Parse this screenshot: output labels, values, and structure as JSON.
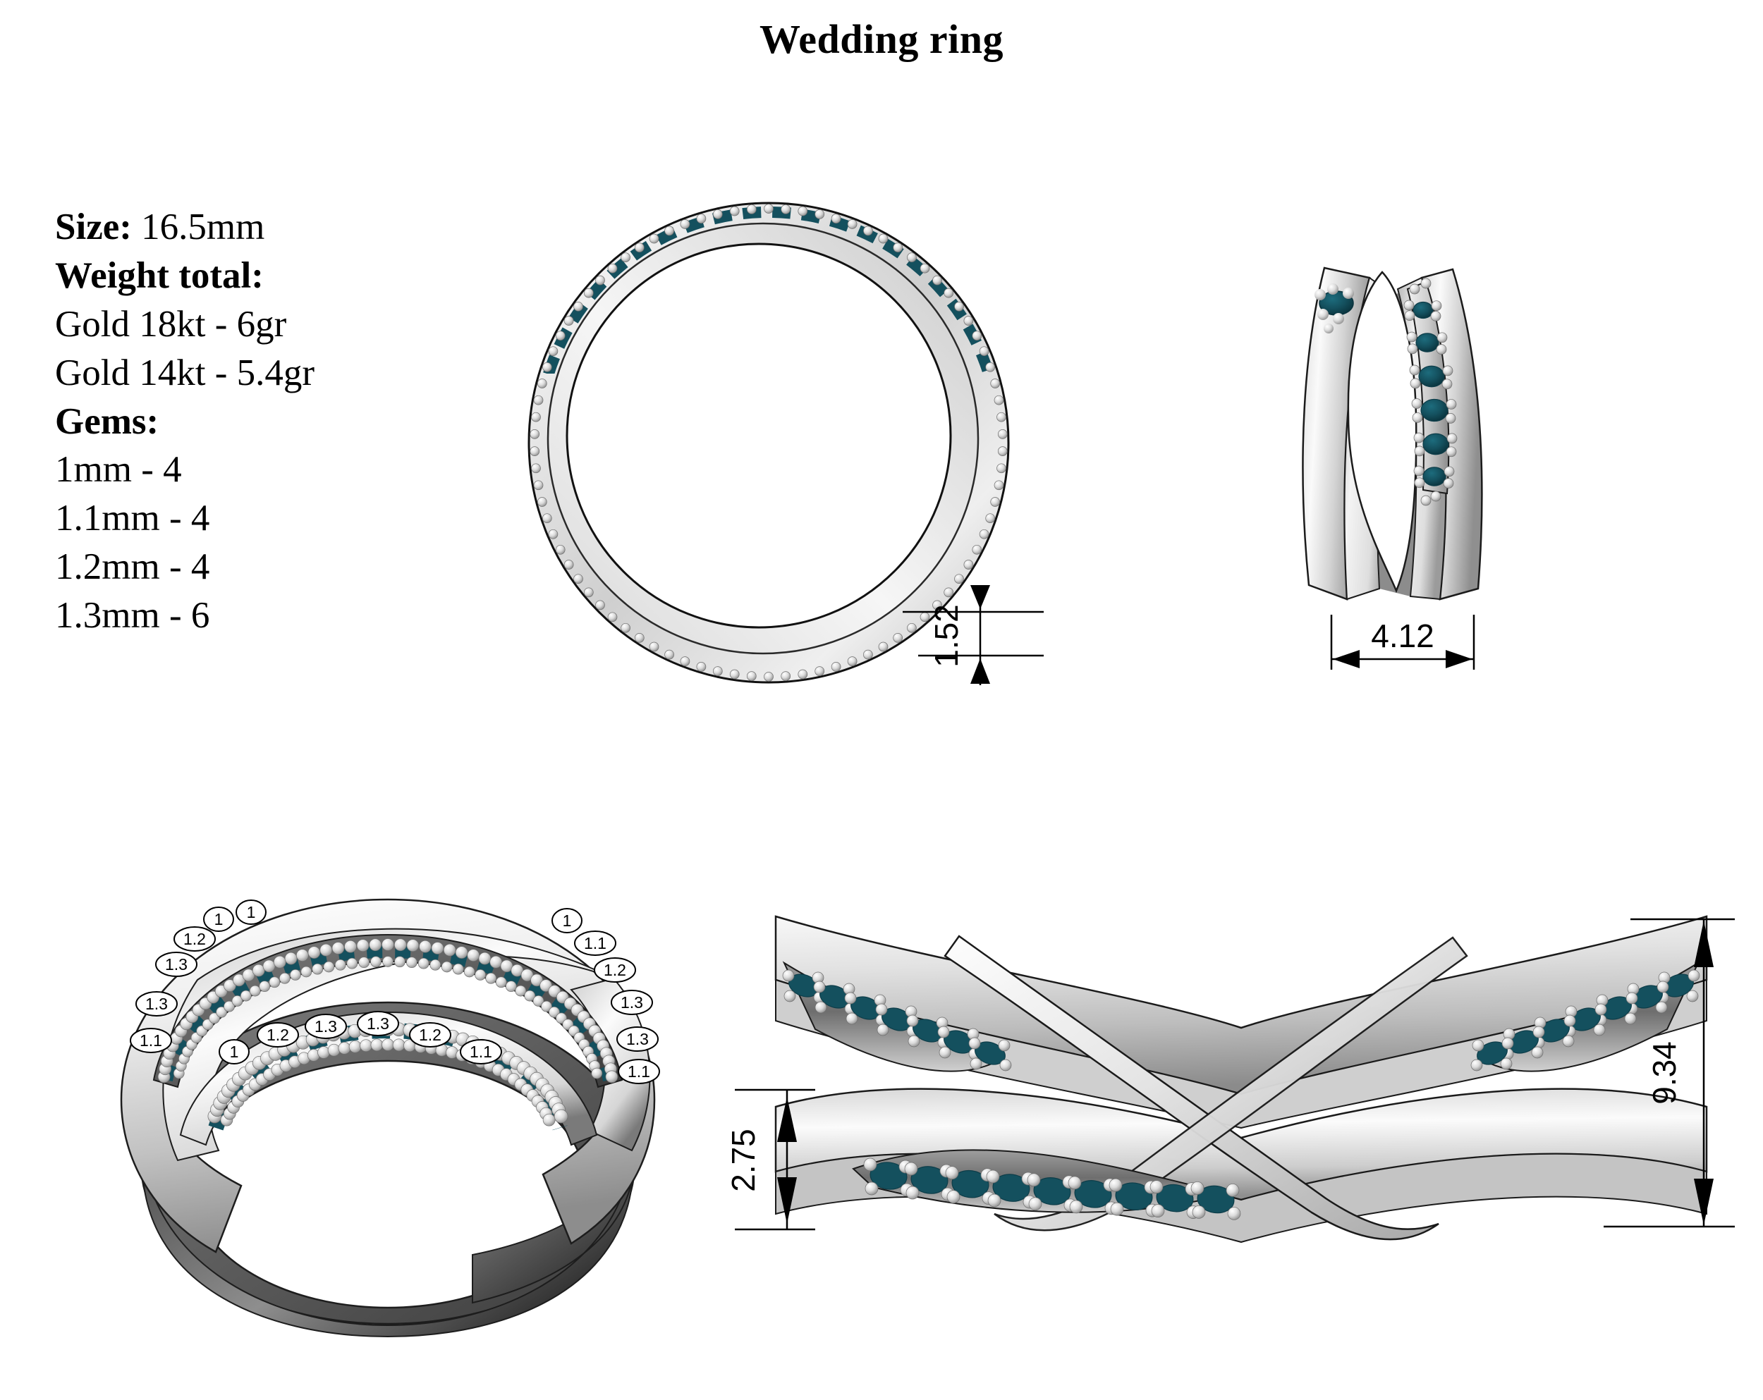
{
  "title": "Wedding ring",
  "spec": {
    "size_label": "Size:",
    "size_value": "16.5mm",
    "weight_label": "Weight total:",
    "weight_lines": [
      "Gold 18kt - 6gr",
      "Gold 14kt - 5.4gr"
    ],
    "gems_label": "Gems:",
    "gem_lines": [
      "1mm - 4",
      "1.1mm - 4",
      "1.2mm - 4",
      "1.3mm - 6"
    ]
  },
  "views": {
    "top": {
      "name": "top-view",
      "dimension": "1.52"
    },
    "side": {
      "name": "side-view",
      "dimension": "4.12"
    },
    "perspective": {
      "name": "perspective-view",
      "gem_callouts_upper_left": [
        "1",
        "1",
        "1.2",
        "1.3",
        "1.3",
        "1.1"
      ],
      "gem_callouts_lower_row": [
        "1",
        "1.2",
        "1.3",
        "1.3",
        "1.2",
        "1.1"
      ],
      "gem_callouts_right": [
        "1",
        "1.1",
        "1.2",
        "1.3",
        "1.3",
        "1.1"
      ]
    },
    "front": {
      "name": "front-view",
      "dimension_height_band": "2.75",
      "dimension_total_height": "9.34"
    }
  },
  "colors": {
    "gem": "#14505e",
    "gem_dark": "#0d3d49",
    "metal_light": "#f2f2f2",
    "metal_mid": "#b9b9b9",
    "metal_dark": "#6d6d6d",
    "line": "#000000"
  },
  "chart_data": {
    "type": "table",
    "title": "Wedding ring",
    "categories": [
      "Size",
      "Gold 18kt",
      "Gold 14kt",
      "1mm gems",
      "1.1mm gems",
      "1.2mm gems",
      "1.3mm gems"
    ],
    "values": [
      16.5,
      6,
      5.4,
      4,
      4,
      4,
      6
    ],
    "units": [
      "mm",
      "gr",
      "gr",
      "count",
      "count",
      "count",
      "count"
    ],
    "dimensions": {
      "band_thickness": 1.52,
      "band_width": 4.12,
      "lower_band_height": 2.75,
      "total_height": 9.34
    },
    "xlabel": "",
    "ylabel": ""
  }
}
